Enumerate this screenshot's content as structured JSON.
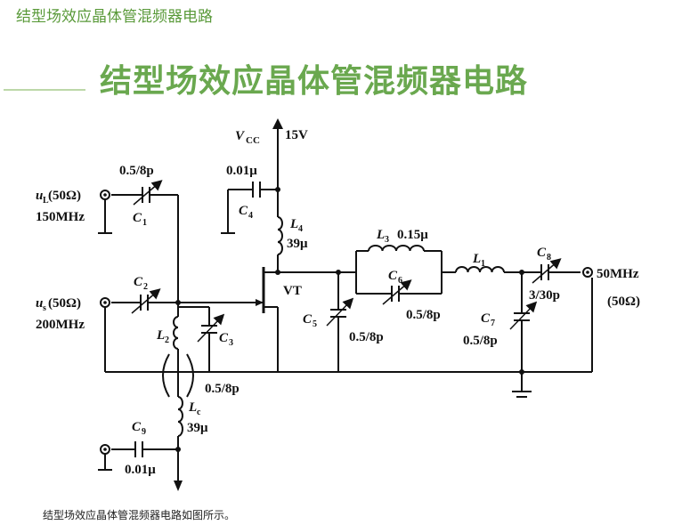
{
  "page": {
    "top_title": "结型场效应晶体管混频器电路",
    "big_title": "结型场效应晶体管混频器电路",
    "caption": "结型场效应晶体管混频器电路如图所示。"
  },
  "circuit": {
    "vcc_label": "V",
    "vcc_sub": "CC",
    "vcc_value": "15V",
    "lo_input": "u",
    "lo_input_sub": "L",
    "lo_input_rest": "(50Ω)",
    "lo_freq": "150MHz",
    "sig_input": "u",
    "sig_input_sub": "s",
    "sig_input_rest": "(50Ω)",
    "sig_freq": "200MHz",
    "output_freq": "50MHz",
    "output_imp": "(50Ω)",
    "transistor": "VT",
    "c1": {
      "name": "C",
      "sub": "1",
      "value": "0.5/8p"
    },
    "c2": {
      "name": "C",
      "sub": "2"
    },
    "c3": {
      "name": "C",
      "sub": "3",
      "value": "0.5/8p"
    },
    "c4": {
      "name": "C",
      "sub": "4",
      "value": "0.01μ"
    },
    "c5": {
      "name": "C",
      "sub": "5",
      "value": "0.5/8p"
    },
    "c6": {
      "name": "C",
      "sub": "6",
      "value": "0.5/8p"
    },
    "c7": {
      "name": "C",
      "sub": "7",
      "value": "0.5/8p"
    },
    "c8": {
      "name": "C",
      "sub": "8",
      "value": "3/30p"
    },
    "c9": {
      "name": "C",
      "sub": "9",
      "value": "0.01μ"
    },
    "l1": {
      "name": "L",
      "sub": "1"
    },
    "l2": {
      "name": "L",
      "sub": "2"
    },
    "l3": {
      "name": "L",
      "sub": "3",
      "value": "0.15μ"
    },
    "l4": {
      "name": "L",
      "sub": "4",
      "value": "39μ"
    },
    "lc": {
      "name": "L",
      "sub": "c",
      "value": "39μ"
    }
  }
}
